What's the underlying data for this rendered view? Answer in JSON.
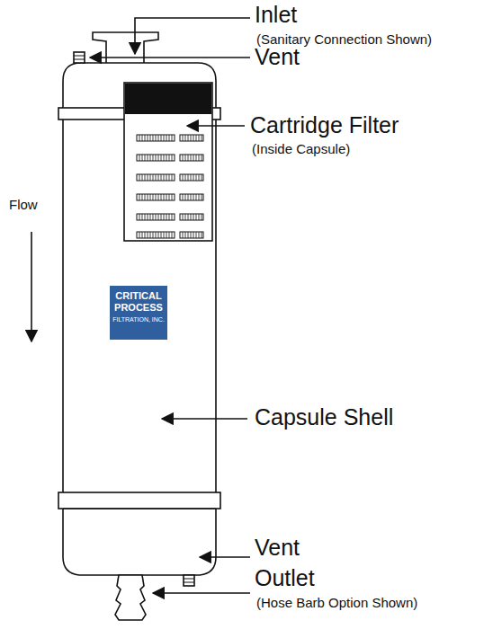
{
  "diagram": {
    "nodes": [
      {
        "text": [
          "CRITICAL PROCESS",
          "FILTRATION, INC."
        ]
      }
    ],
    "labels": [
      "Inlet",
      "(Sanitary Connection Shown)",
      "Vent",
      "Cartridge Filter",
      "(Inside Capsule)",
      "Flow",
      "Capsule Shell",
      "Vent",
      "Outlet",
      "(Hose Barb Option Shown)"
    ]
  }
}
